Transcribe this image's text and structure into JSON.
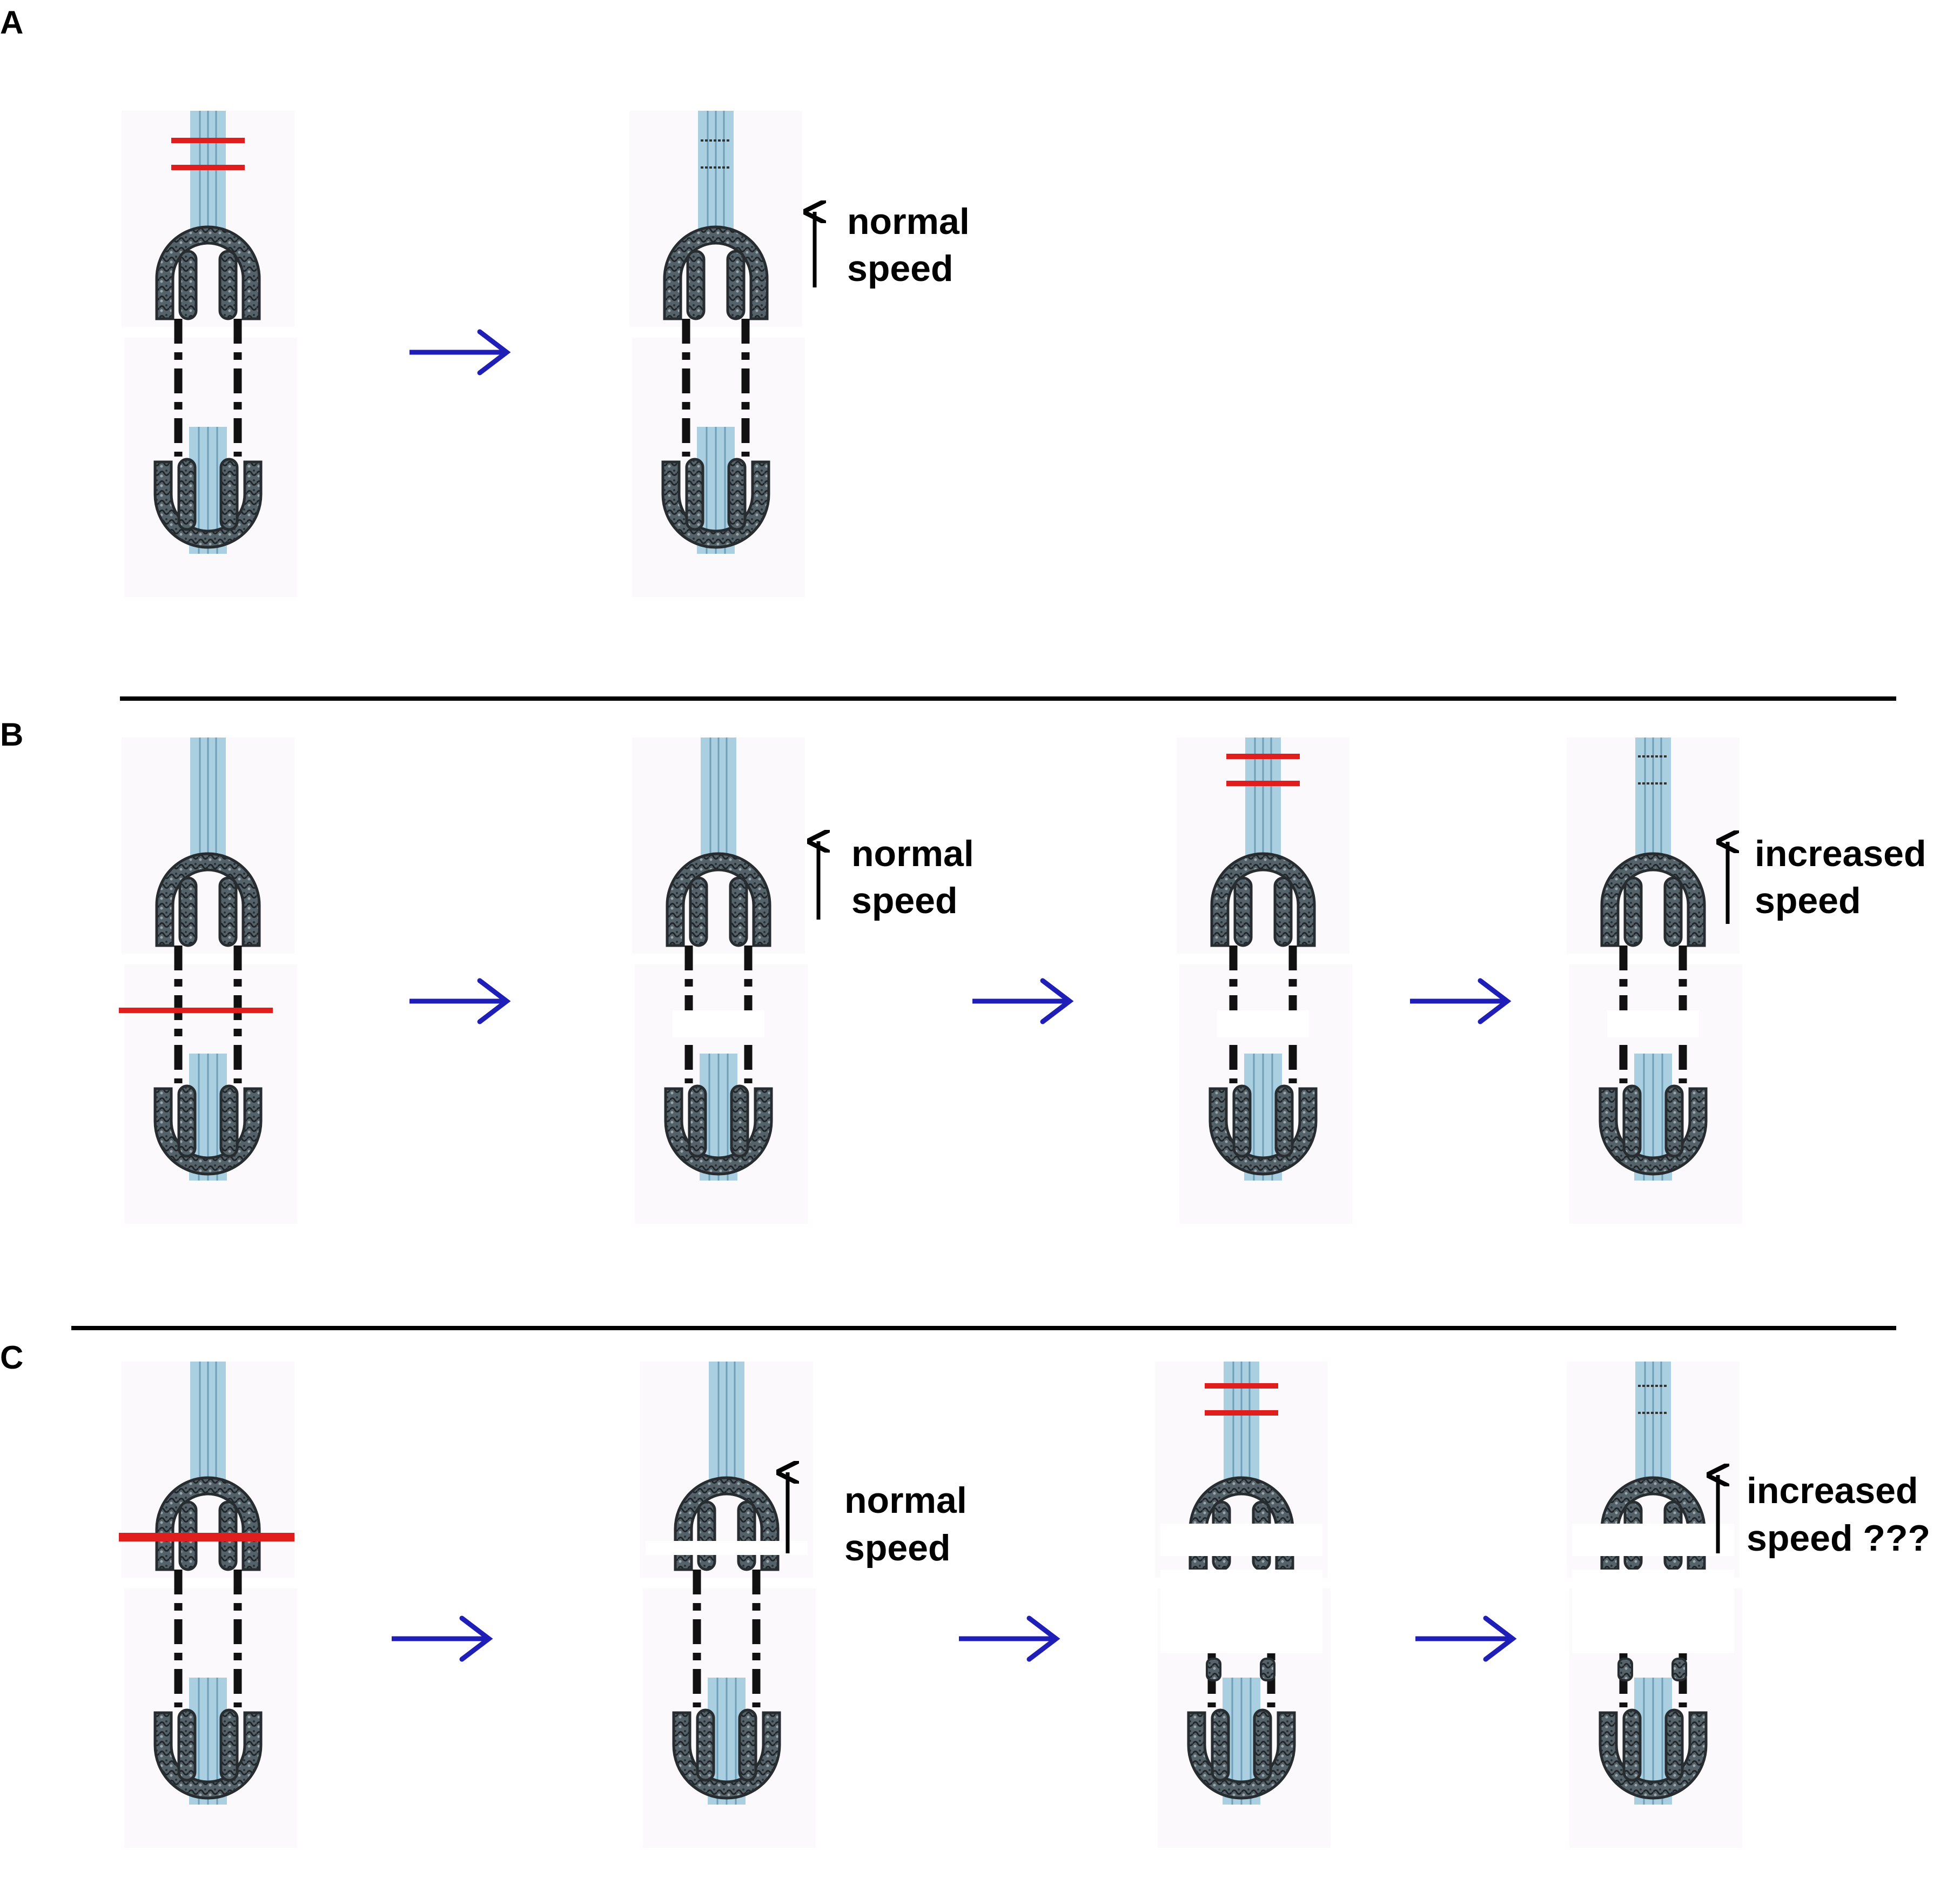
{
  "figure": {
    "panels": [
      {
        "label": "A",
        "captions": [
          {
            "line1": "normal",
            "line2": "speed"
          }
        ]
      },
      {
        "label": "B",
        "captions": [
          {
            "line1": "normal",
            "line2": "speed"
          },
          {
            "line1": "increased",
            "line2": "speed"
          }
        ]
      },
      {
        "label": "C",
        "captions": [
          {
            "line1": "normal",
            "line2": "speed"
          },
          {
            "line1": "increased",
            "line2": "speed ???"
          }
        ]
      }
    ]
  },
  "colors": {
    "cut_marker": "#e01e1e",
    "step_arrow": "#1f1fb8",
    "nerve": "#a9cfe0",
    "nerve_strand": "#6f9fb8",
    "sheath": "#4f5b60",
    "sheath_dark": "#262c2f",
    "connector": "#111111",
    "separator": "#000000",
    "speed_arrow": "#000000"
  }
}
